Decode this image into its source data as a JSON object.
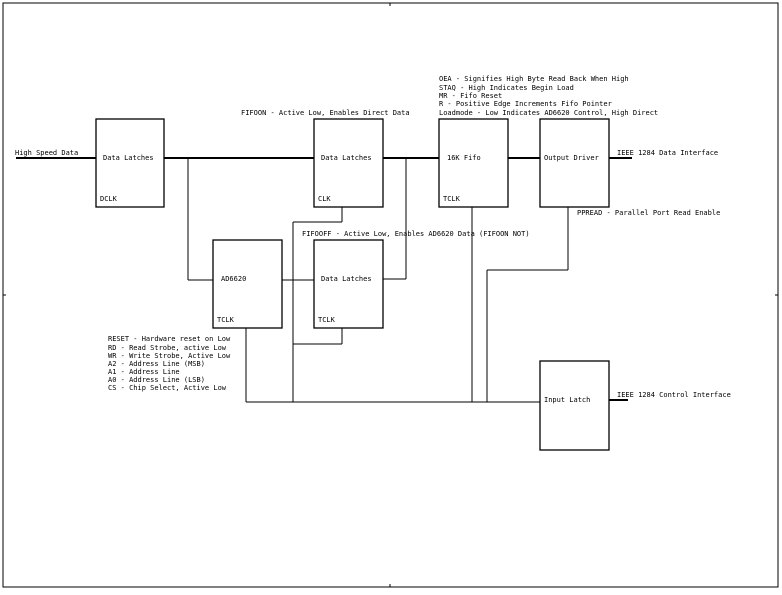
{
  "diagram": {
    "blocks": {
      "latch1": {
        "label": "Data Latches",
        "clock": "DCLK"
      },
      "latch2": {
        "label": "Data Latches",
        "clock": "CLK"
      },
      "fifo": {
        "label": "16K Fifo",
        "clock": "TCLK"
      },
      "output_driver": {
        "label": "Output Driver"
      },
      "ad6620": {
        "label": "AD6620",
        "clock": "TCLK"
      },
      "latch3": {
        "label": "Data Latches",
        "clock": "TCLK"
      },
      "input_latch": {
        "label": "Input Latch"
      }
    },
    "labels": {
      "high_speed_data": "High Speed Data",
      "fifoon": "FIFOON - Active Low, Enables Direct Data",
      "fifooff": "FIFOOFF - Active Low, Enables AD6620 Data (FIFOON NOT)",
      "ieee_data": "IEEE 1284 Data Interface",
      "ieee_control": "IEEE 1284 Control Interface",
      "ppread": "PPREAD - Parallel Port Read Enable"
    },
    "fifo_notes": [
      "OEA - Signifies High Byte Read Back When High",
      "STAQ - High Indicates Begin Load",
      "MR - Fifo Reset",
      "R - Positive Edge Increments Fifo Pointer",
      "Loadmode - Low Indicates AD6620 Control, High Direct"
    ],
    "ad6620_notes": [
      "RESET - Hardware reset on Low",
      "RD - Read Strobe, active Low",
      "WR - Write Strobe, Active Low",
      "A2 - Address Line (MSB)",
      "A1 - Address Line",
      "A0 - Address Line (LSB)",
      "CS - Chip Select, Active Low"
    ]
  }
}
